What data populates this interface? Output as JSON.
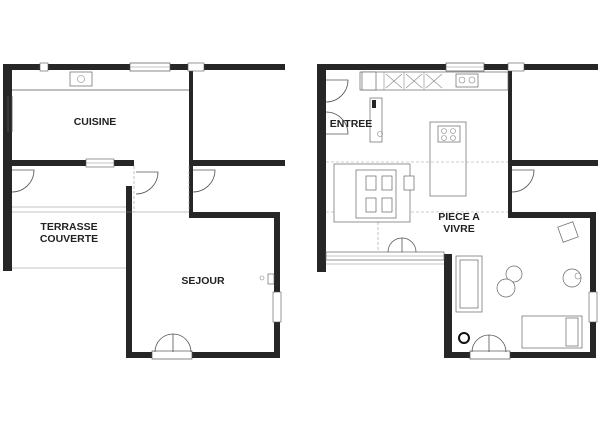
{
  "plans": {
    "before": {
      "rooms": {
        "cuisine": "CUISINE",
        "terrasse_line1": "TERRASSE",
        "terrasse_line2": "COUVERTE",
        "sejour": "SEJOUR"
      }
    },
    "after": {
      "rooms": {
        "entree": "ENTREE",
        "piece_line1": "PIECE A",
        "piece_line2": "VIVRE"
      }
    }
  },
  "colors": {
    "wall": "#262626",
    "line": "#555555",
    "background": "#ffffff"
  }
}
